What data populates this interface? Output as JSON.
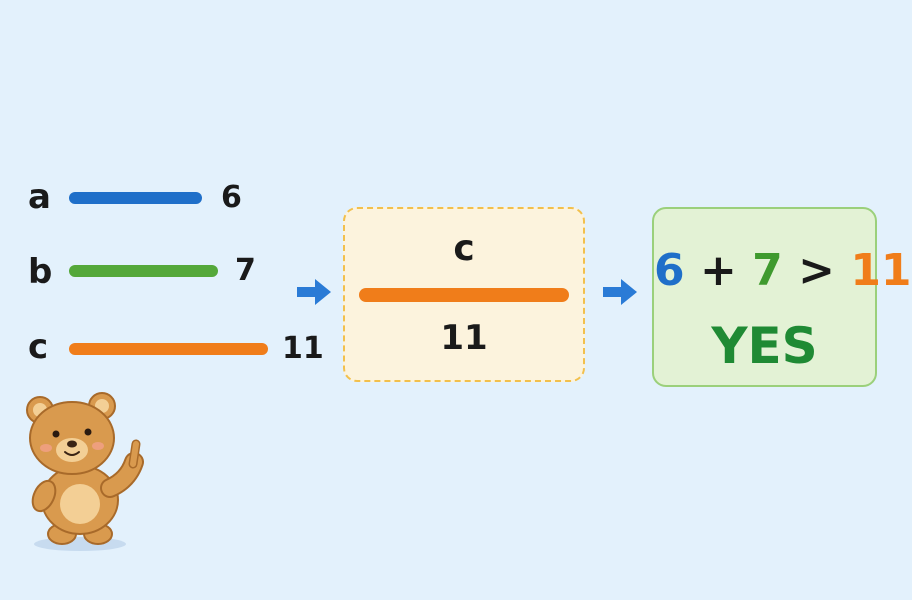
{
  "segments": [
    {
      "name": "a",
      "value": "6",
      "color": "#1f6fc9"
    },
    {
      "name": "b",
      "value": "7",
      "color": "#54a83a"
    },
    {
      "name": "c",
      "value": "11",
      "color": "#f07d1a"
    }
  ],
  "focus": {
    "name": "c",
    "value": "11",
    "color": "#f07d1a"
  },
  "result": {
    "lhs1": "6",
    "plus": "+",
    "lhs2": "7",
    "gt": ">",
    "rhs": "11",
    "verdict": "YES"
  },
  "icons": [
    "right-arrow-icon",
    "teddy-bear-mascot"
  ],
  "colors": {
    "background": "#e3f1fc",
    "focus_box": "#fcf3dd",
    "focus_border": "#f2c04c",
    "result_box": "#e3f2d5",
    "result_border": "#9bd07b",
    "arrow": "#2a7bd6",
    "verdict": "#1f8a34"
  }
}
